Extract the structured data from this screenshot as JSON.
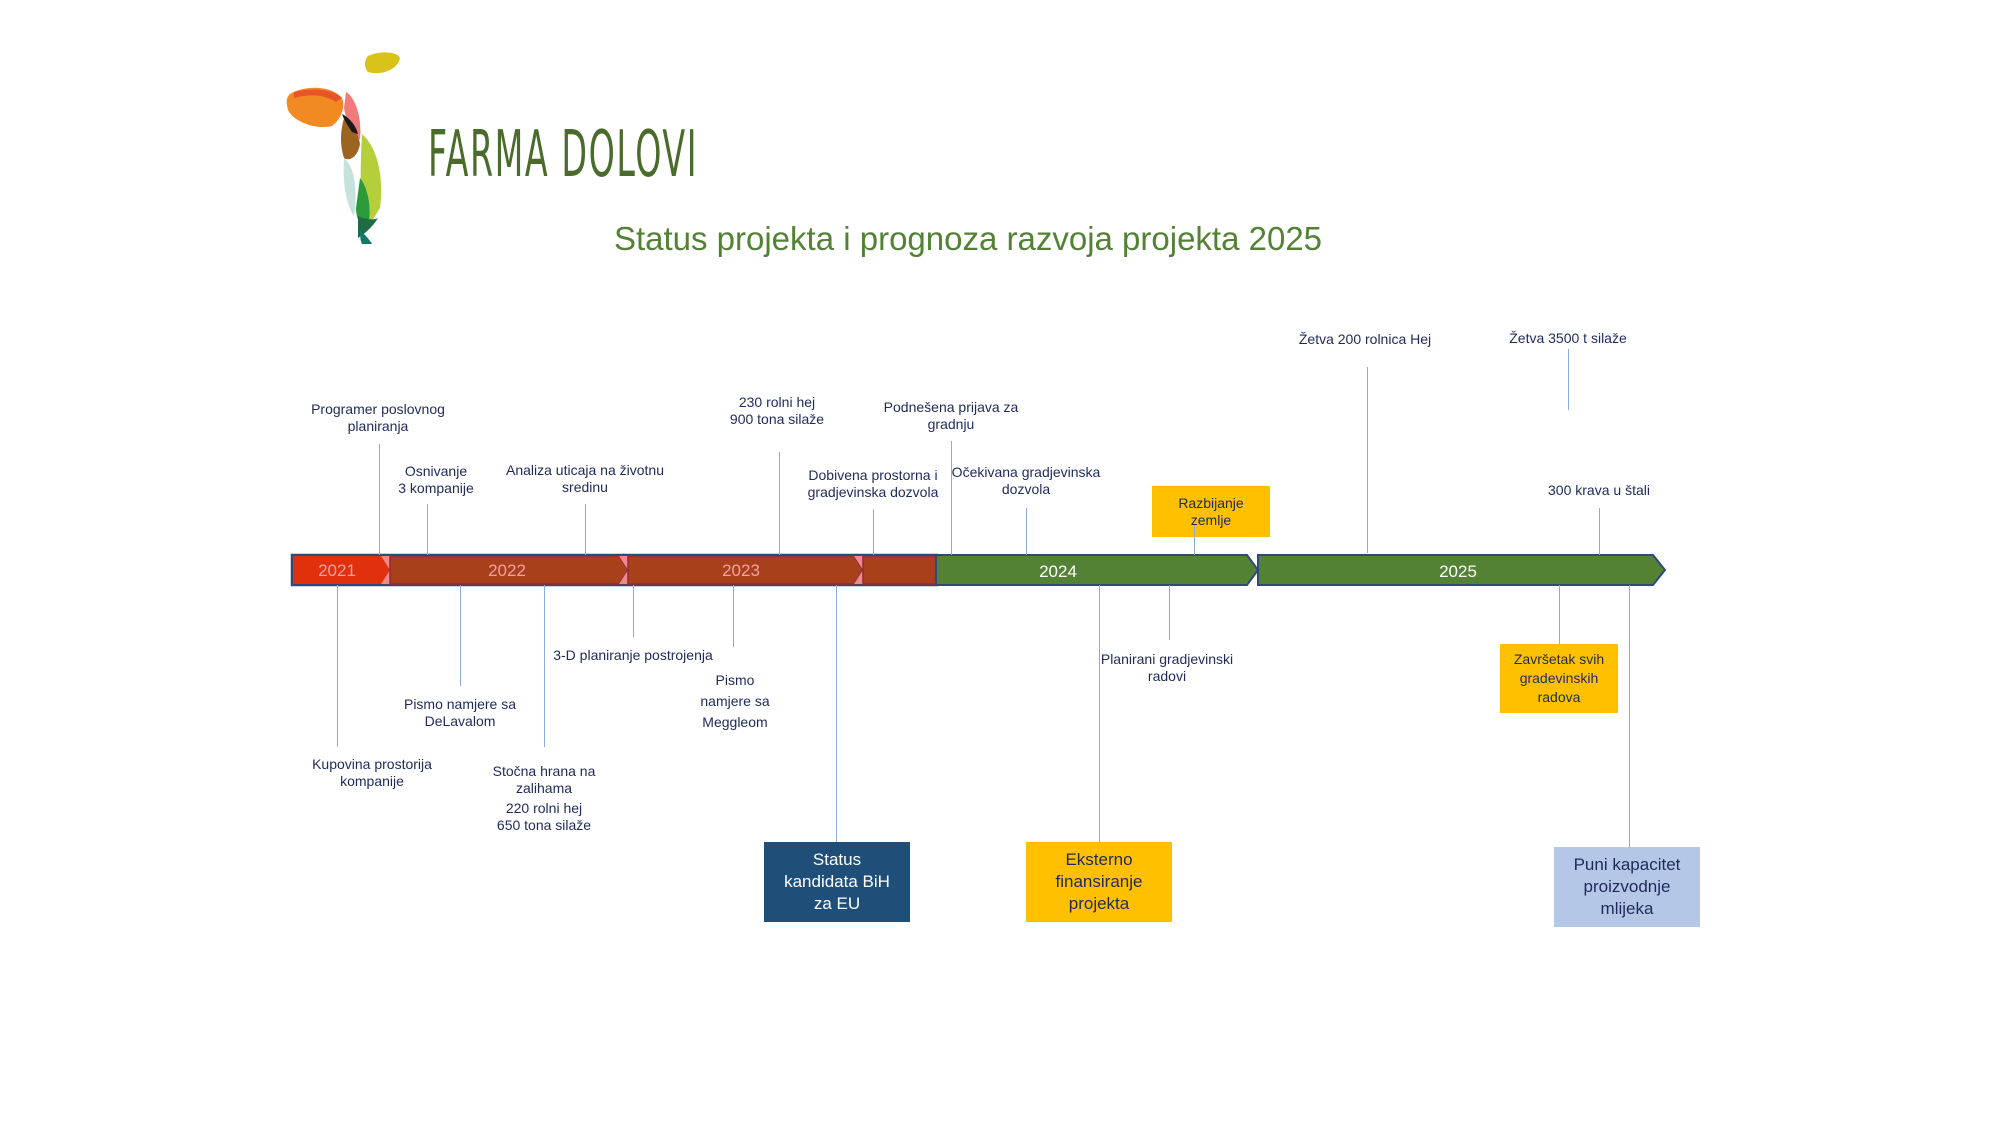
{
  "header": {
    "brand": "FARMA DOLOVI",
    "title": "Status projekta i prognoza razvoja projekta 2025"
  },
  "timeline": {
    "years": [
      "2021",
      "2022",
      "2023",
      "2024",
      "2025"
    ],
    "colors": {
      "done_red": "#e0300c",
      "done_brown": "#a9401c",
      "year_text_done": "#f4a0a0",
      "future_green": "#548235",
      "outline": "#2f4a7a"
    }
  },
  "above": {
    "programer": [
      "Programer poslovnog",
      "planiranja"
    ],
    "osnivanje": [
      "Osnivanje",
      "3  kompanije"
    ],
    "analiza": [
      "Analiza uticaja na životnu",
      "sredinu"
    ],
    "rolni230": [
      "230 rolni hej",
      "900 tona silaže"
    ],
    "dobivena": [
      "Dobivena prostorna i",
      "gradjevinska dozvola"
    ],
    "podnesena": [
      "Podnešena prijava za",
      "gradnju"
    ],
    "ocekivana": [
      "Očekivana gradjevinska",
      "dozvola"
    ],
    "razbijanje": [
      "Razbijanje",
      "zemlje"
    ],
    "zetva200": "Žetva 200 rolnica Hej",
    "zetva3500": "Žetva 3500 t silaže",
    "krava300": "300 krava u štali"
  },
  "below": {
    "kupovina": [
      "Kupovina prostorija",
      "kompanije"
    ],
    "delaval": [
      "Pismo namjere sa",
      "DeLavalom"
    ],
    "stocna": [
      "Stočna hrana na",
      "zalihama"
    ],
    "rolni220": [
      "220 rolni hej",
      "650 tona silaže"
    ],
    "planiranje3d": "3-D planiranje postrojenja",
    "meggle": [
      "Pismo",
      "namjere sa",
      "Meggleom"
    ],
    "status_eu": [
      "Status",
      "kandidata BiH",
      "za EU"
    ],
    "eksterno": [
      "Eksterno",
      "finansiranje",
      "projekta"
    ],
    "planirani": [
      "Planirani gradjevinski",
      "radovi"
    ],
    "zavrsetak": [
      "Završetak svih",
      "gradevinskih",
      "radova"
    ],
    "puni": [
      "Puni kapacitet",
      "proizvodnje",
      "mlijeka"
    ]
  }
}
